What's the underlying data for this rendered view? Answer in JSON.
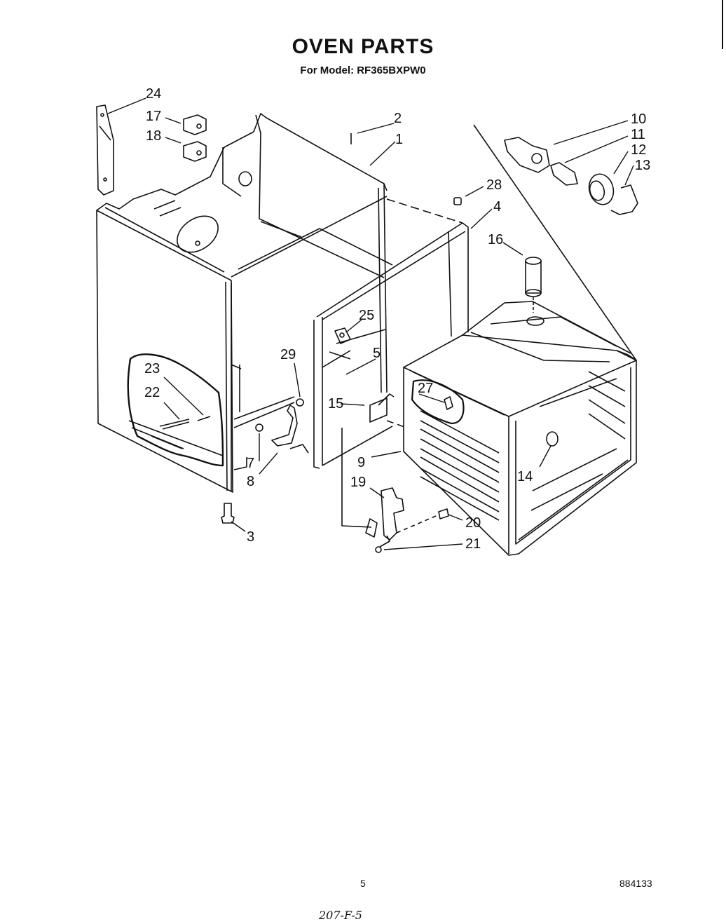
{
  "title": "OVEN PARTS",
  "model_line": "For Model: RF365BXPW0",
  "page_number": "5",
  "document_number": "884133",
  "handwritten_note": "207-F-5",
  "callouts": [
    "1",
    "2",
    "3",
    "4",
    "5",
    "7",
    "8",
    "9",
    "10",
    "11",
    "12",
    "13",
    "14",
    "15",
    "16",
    "17",
    "18",
    "19",
    "20",
    "21",
    "22",
    "23",
    "24",
    "25",
    "27",
    "28",
    "29"
  ],
  "line_color": "#111111"
}
